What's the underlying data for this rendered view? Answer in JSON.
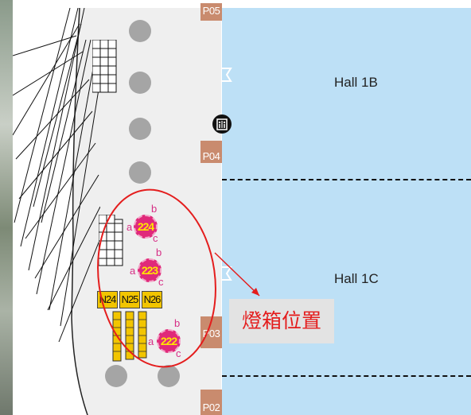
{
  "halls": [
    {
      "name": "Hall 1B"
    },
    {
      "name": "Hall 1C"
    }
  ],
  "pillars": [
    {
      "label": "P05"
    },
    {
      "label": "P04"
    },
    {
      "label": "P03"
    },
    {
      "label": "P02"
    }
  ],
  "booths": [
    {
      "number": "224",
      "side_a": "a",
      "side_b": "b",
      "side_c": "c"
    },
    {
      "number": "223",
      "side_a": "a",
      "side_b": "b",
      "side_c": "c"
    },
    {
      "number": "222",
      "side_a": "a",
      "side_b": "b",
      "side_c": "c"
    }
  ],
  "n_booths": [
    {
      "label": "N24"
    },
    {
      "label": "N25"
    },
    {
      "label": "N26"
    }
  ],
  "annotation": {
    "label": "燈箱位置",
    "color": "#e41d1d"
  },
  "icons": [
    "elevator-icon"
  ],
  "colors": {
    "hall_fill": "#bde0f6",
    "corridor_fill": "#efefef",
    "pillar_tag": "#c98b6e",
    "booth_marker": "#e0297a",
    "booth_number": "#ffe600",
    "n_booth_fill": "#f2c500"
  }
}
